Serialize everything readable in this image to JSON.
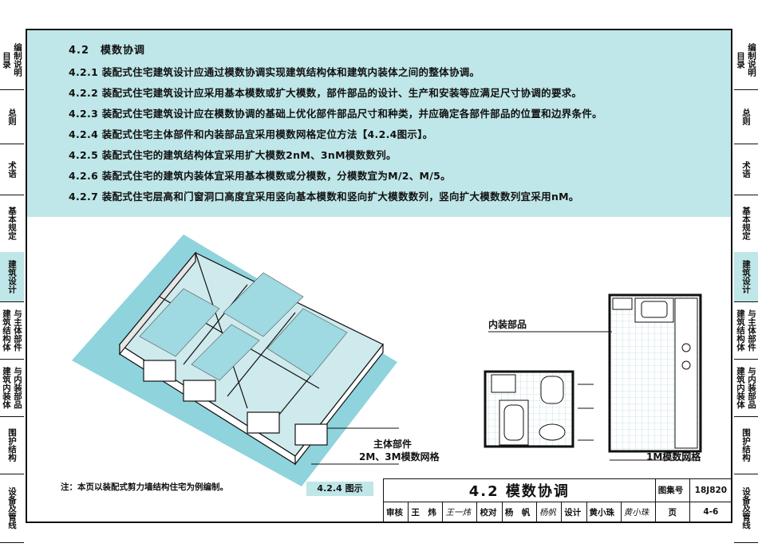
{
  "section": {
    "heading": "4.2　模数协调",
    "clauses": [
      "4.2.1  装配式住宅建筑设计应通过模数协调实现建筑结构体和建筑内装体之间的整体协调。",
      "4.2.2  装配式住宅建筑设计应采用基本模数或扩大模数，部件部品的设计、生产和安装等应满足尺寸协调的要求。",
      "4.2.3  装配式住宅建筑设计应在模数协调的基础上优化部件部品尺寸和种类，并应确定各部件部品的位置和边界条件。",
      "4.2.4  装配式住宅主体部件和内装部品宜采用模数网格定位方法【4.2.4图示】。",
      "4.2.5  装配式住宅的建筑结构体宜采用扩大模数2nM、3nM模数数列。",
      "4.2.6  装配式住宅的建筑内装体宜采用基本模数或分模数，分模数宜为M/2、M/5。",
      "4.2.7  装配式住宅层高和门窗洞口高度宜采用竖向基本模数和竖向扩大模数数列，竖向扩大模数数列宜采用nM。"
    ]
  },
  "side_tabs": [
    {
      "label": "目录",
      "sub": "编制说明",
      "active": false
    },
    {
      "label": "总则",
      "active": false
    },
    {
      "label": "术语",
      "active": false
    },
    {
      "label": "基本规定",
      "active": false
    },
    {
      "label": "建筑设计",
      "active": true
    },
    {
      "label": "建筑结构体",
      "sub": "与主体部件",
      "active": false
    },
    {
      "label": "建筑内装体",
      "sub": "与内装部品",
      "active": false
    },
    {
      "label": "围护结构",
      "active": false
    },
    {
      "label": "设备及管线",
      "active": false
    }
  ],
  "figure": {
    "label_main": "主体部件",
    "label_grid": "2M、3M模数网格",
    "label_interior": "内装部品",
    "label_1m": "1M模数网格",
    "caption": "4.2.4 图示"
  },
  "note": "注：本页以装配式剪力墙结构住宅为例编制。",
  "title_block": {
    "title": "4.2 模数协调",
    "atlas_label": "图集号",
    "atlas_no": "18J820",
    "review_label": "审核",
    "reviewer": "王　炜",
    "reviewer_sig": "王一炜",
    "proof_label": "校对",
    "proofer": "杨　帆",
    "proofer_sig": "杨帆",
    "design_label": "设计",
    "designer": "黄小珠",
    "designer_sig": "黄小珠",
    "page_label": "页",
    "page_no": "4-6"
  },
  "colors": {
    "accent": "#bfe6e8",
    "line": "#111111"
  }
}
